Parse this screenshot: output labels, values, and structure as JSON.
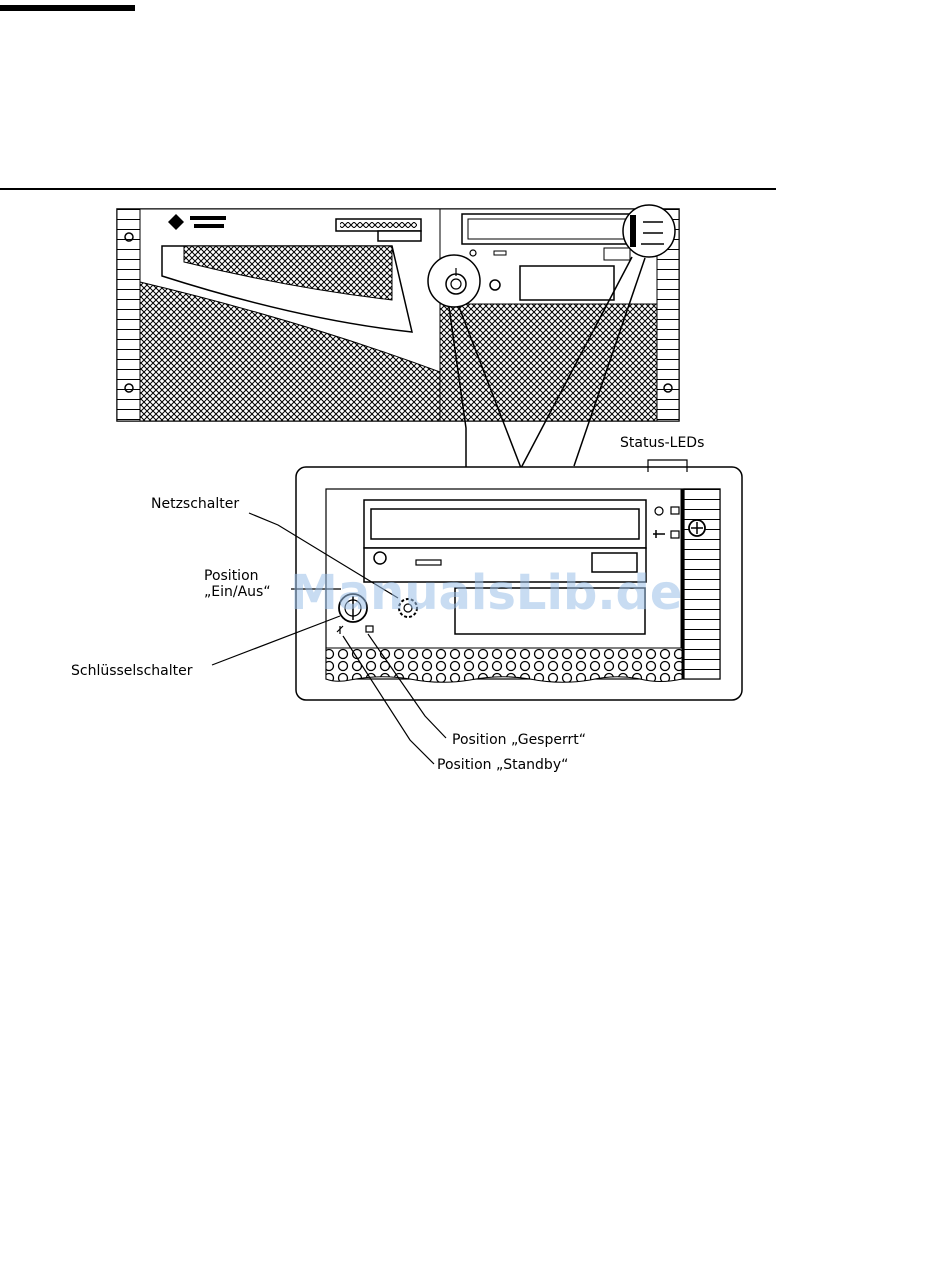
{
  "labels": {
    "status_leds": "Status-LEDs",
    "power_switch": "Netzschalter",
    "position_on_off_line1": "Position",
    "position_on_off_line2": "„Ein/Aus“",
    "key_switch": "Schlüsselschalter",
    "position_locked": "Position „Gesperrt“",
    "position_standby": "Position „Standby“"
  },
  "watermark": "ManualsLib.de",
  "icons": {
    "logo": "sun-logo-icon",
    "key": "key-icon",
    "power": "power-icon",
    "wrench": "wrench-icon",
    "lock": "lock-icon"
  }
}
